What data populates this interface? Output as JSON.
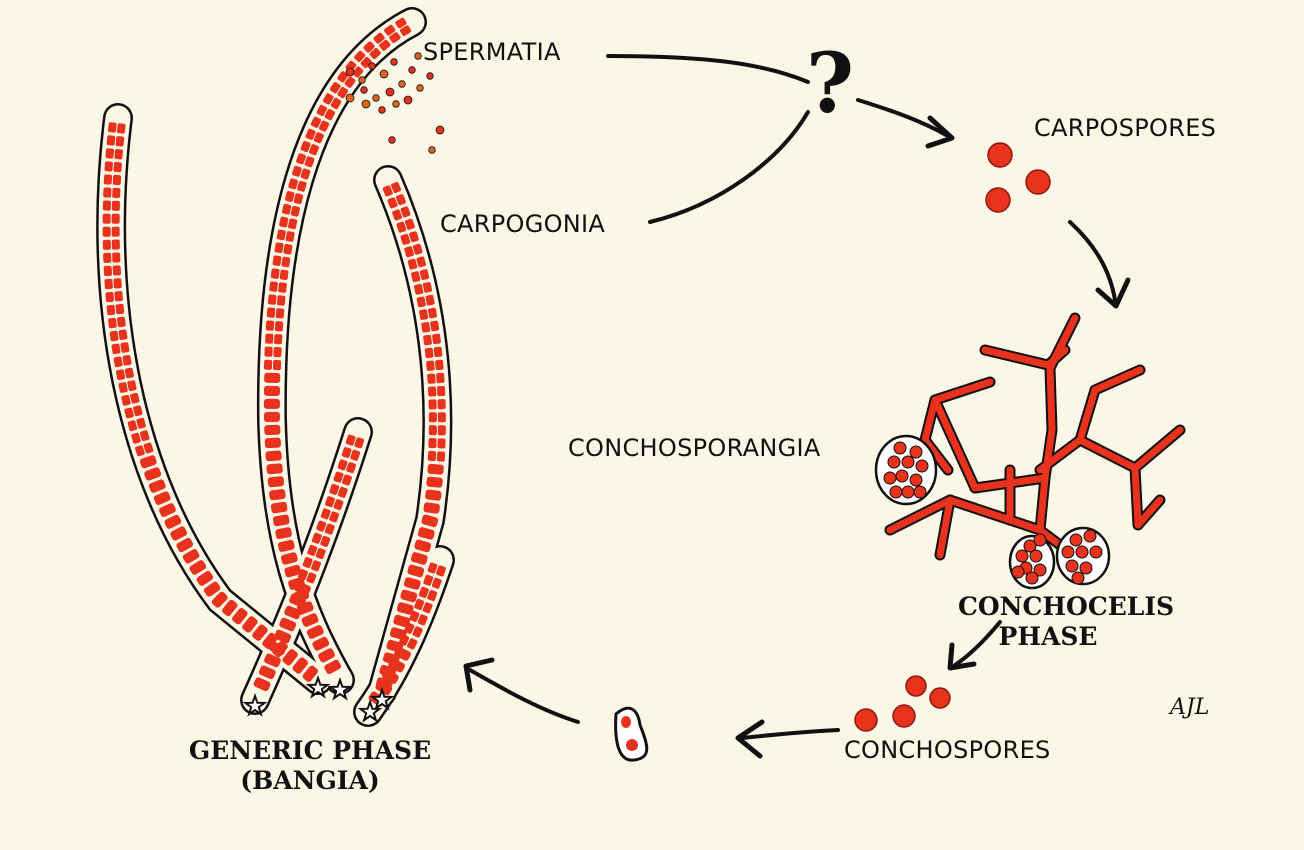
{
  "colors": {
    "background": "#fbf7e6",
    "cell_red": "#e8321e",
    "outline": "#111111",
    "spore_orange": "#d9671d"
  },
  "labels": {
    "spermatia": "SPERMATIA",
    "carpogonia": "CARPOGONIA",
    "carpospores": "CARPOSPORES",
    "conchosporangia": "CONCHOSPORANGIA",
    "conchocelis_line1": "CONCHOCELIS",
    "conchocelis_line2": "PHASE",
    "conchospores": "CONCHOSPORES",
    "generic_line1": "GENERIC PHASE",
    "generic_line2": "(BANGIA)",
    "question_mark": "?",
    "signature": "AJL"
  },
  "icons": [
    "arrow-icon",
    "question-mark-icon",
    "signature-mark"
  ]
}
